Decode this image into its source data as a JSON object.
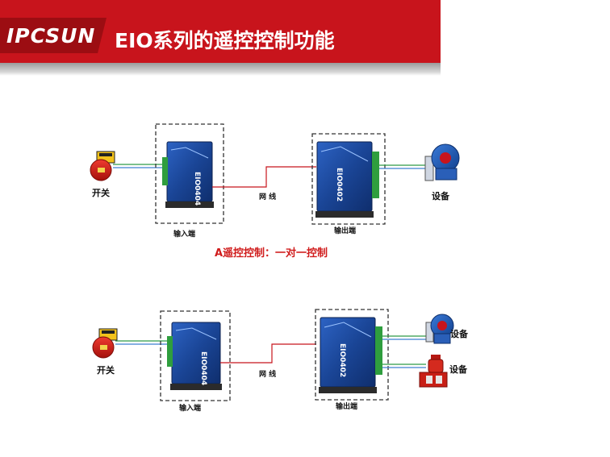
{
  "header": {
    "logo_text": "IPCSUN",
    "title": "EIO系列的遥控控制功能"
  },
  "diagrams": [
    {
      "switch_label": "开关",
      "input_label": "输入端",
      "network_label": "网 线",
      "output_label": "输出端",
      "input_device_model": "EIO0404",
      "output_device_model": "EIO0402",
      "equipment_labels": [
        "设备"
      ],
      "caption": "A遥控控制：一对一控制"
    },
    {
      "switch_label": "开关",
      "input_label": "输入端",
      "network_label": "网 线",
      "output_label": "输出端",
      "input_device_model": "EIO0404",
      "output_device_model": "EIO0402",
      "equipment_labels": [
        "设备",
        "设备"
      ]
    }
  ],
  "colors": {
    "brand_red": "#c8141c",
    "caption_red": "#d01c1c",
    "device_blue": "#1f4fa8",
    "wire_green": "#2e9a47",
    "wire_red": "#c8141c"
  }
}
